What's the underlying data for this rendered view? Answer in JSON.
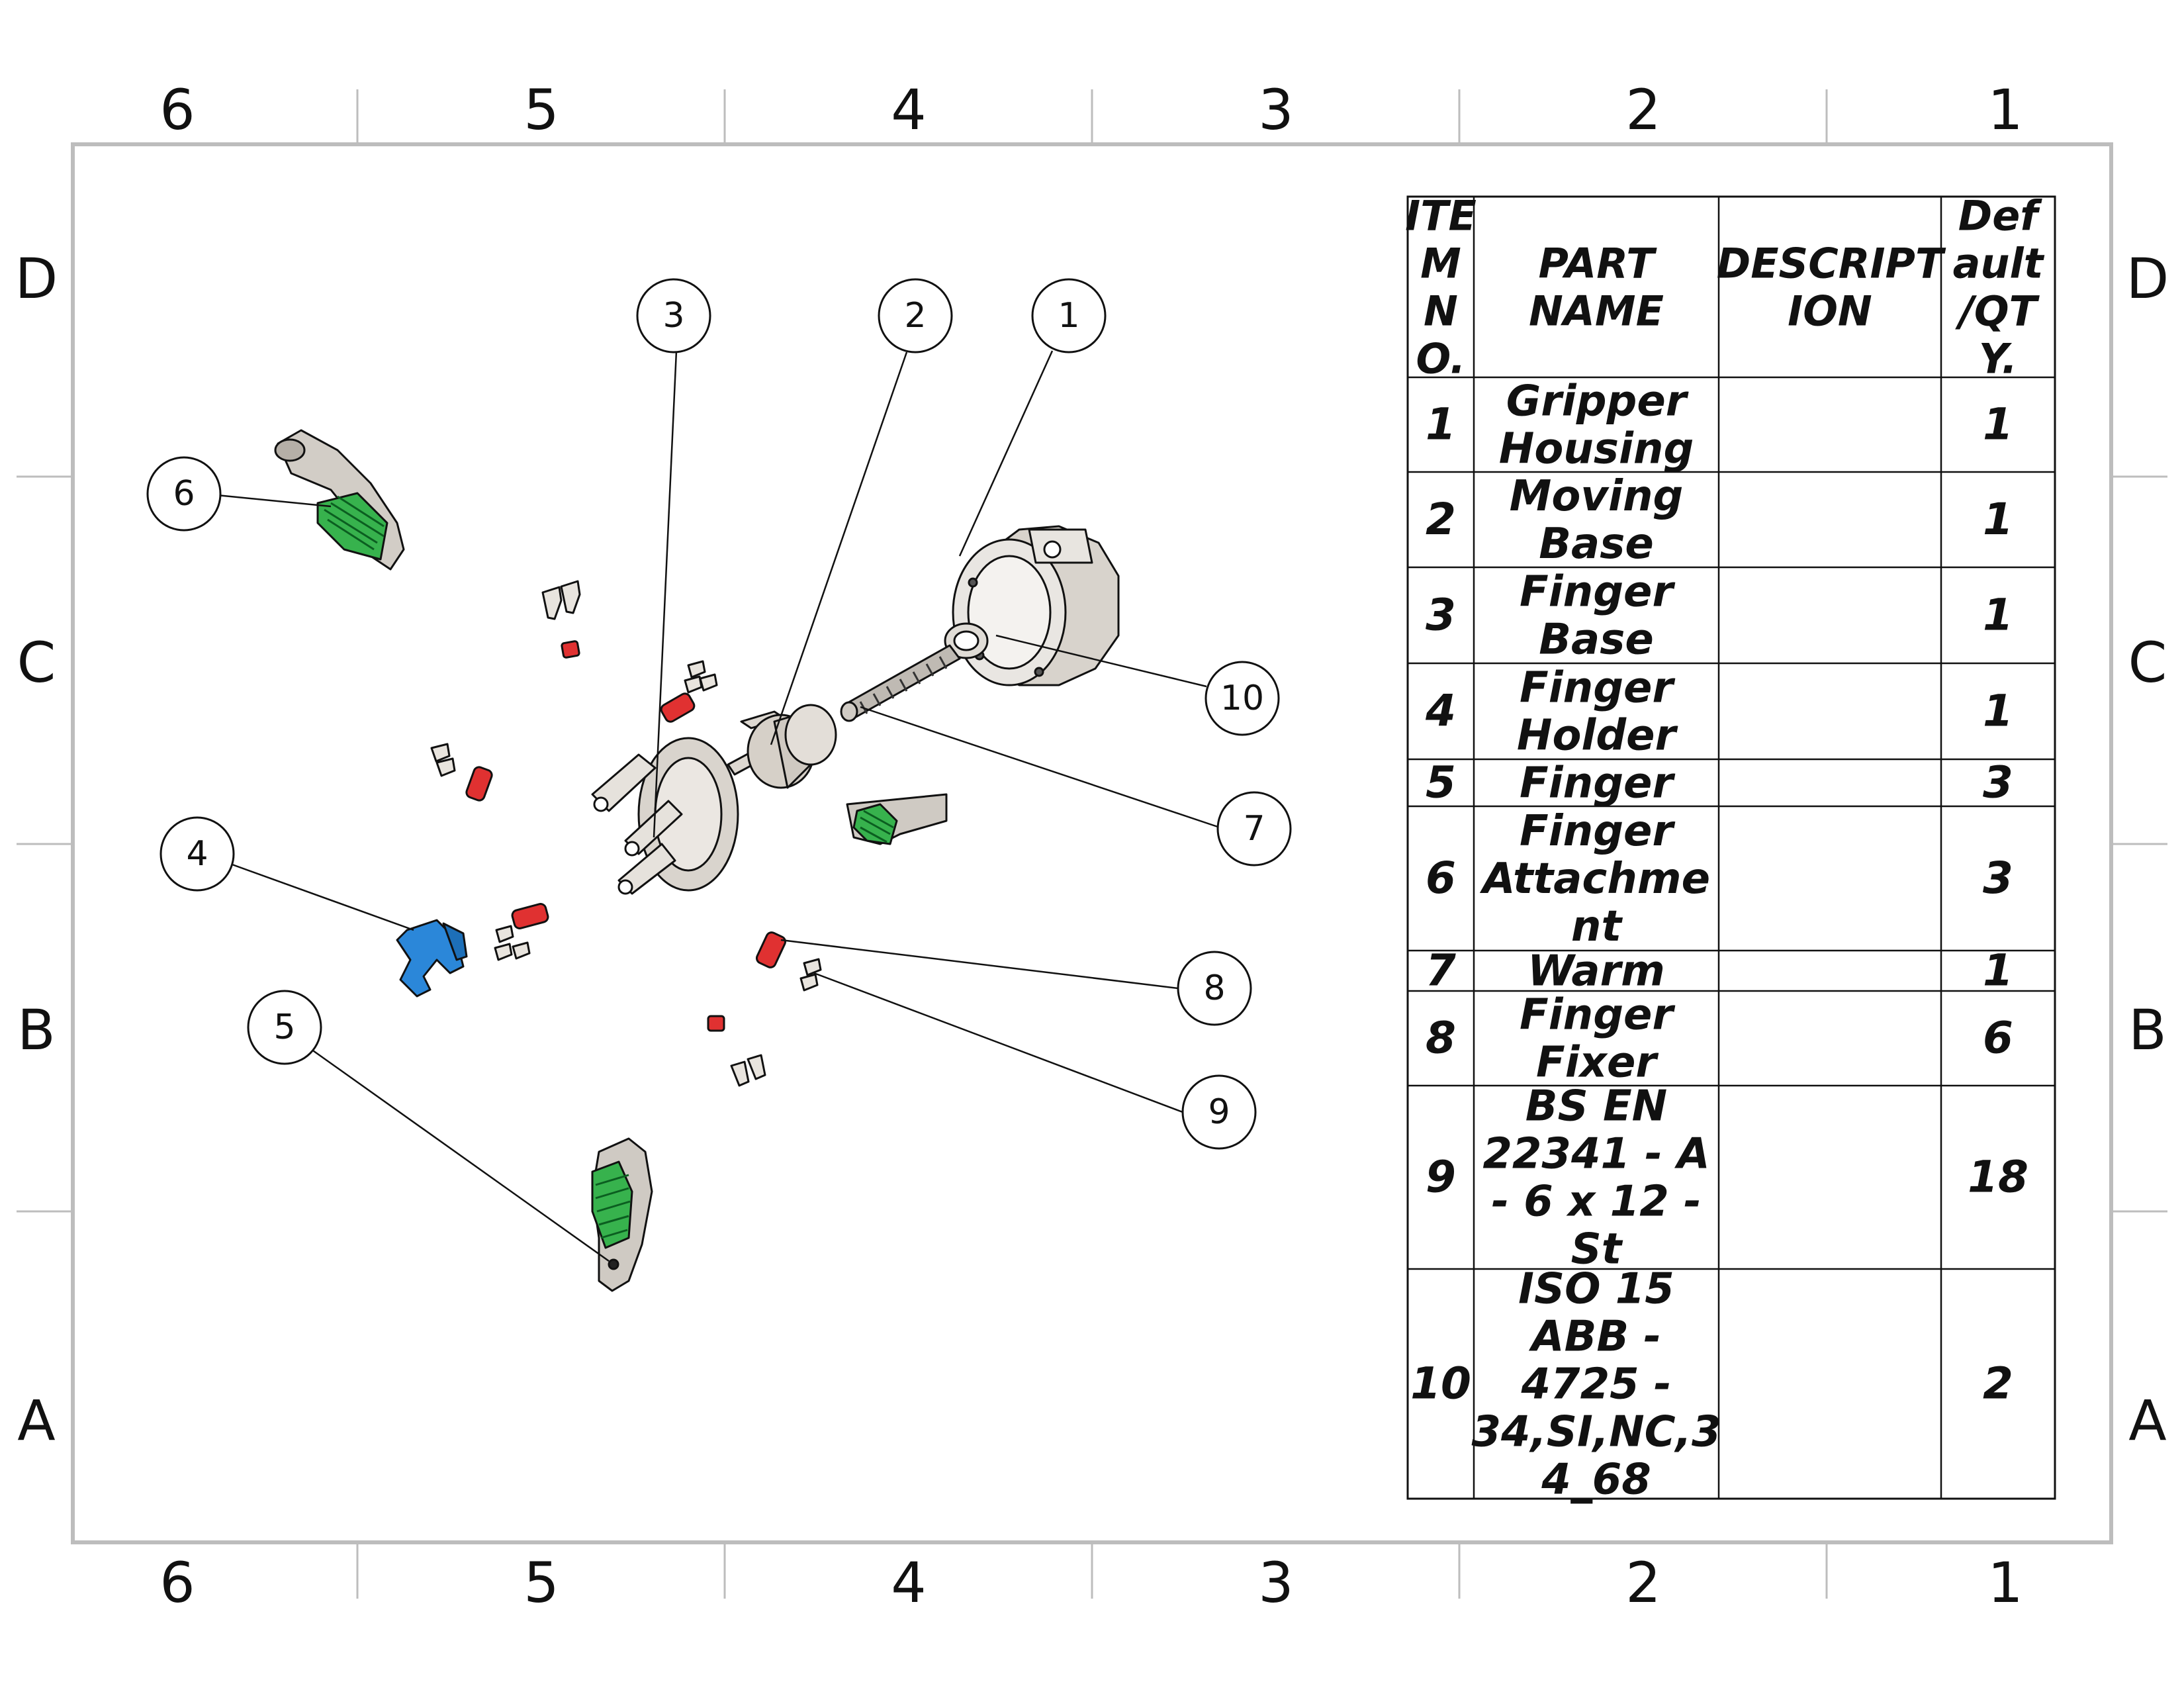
{
  "zones": {
    "columns": [
      "6",
      "5",
      "4",
      "3",
      "2",
      "1"
    ],
    "rows": [
      "D",
      "C",
      "B",
      "A"
    ]
  },
  "balloons": [
    "1",
    "2",
    "3",
    "4",
    "5",
    "6",
    "7",
    "8",
    "9",
    "10"
  ],
  "bom": {
    "headers": [
      [
        "ITE",
        "M",
        "N",
        "O."
      ],
      [
        "PART",
        "NAME"
      ],
      [
        "DESCRIPT",
        "ION"
      ],
      [
        "Def",
        "ault",
        "/QT",
        "Y."
      ]
    ],
    "rows": [
      {
        "item": "1",
        "name": [
          "Gripper",
          "Housing"
        ],
        "description": "",
        "qty": "1"
      },
      {
        "item": "2",
        "name": [
          "Moving",
          "Base"
        ],
        "description": "",
        "qty": "1"
      },
      {
        "item": "3",
        "name": [
          "Finger",
          "Base"
        ],
        "description": "",
        "qty": "1"
      },
      {
        "item": "4",
        "name": [
          "Finger",
          "Holder"
        ],
        "description": "",
        "qty": "1"
      },
      {
        "item": "5",
        "name": [
          "Finger"
        ],
        "description": "",
        "qty": "3"
      },
      {
        "item": "6",
        "name": [
          "Finger",
          "Attachme",
          "nt"
        ],
        "description": "",
        "qty": "3"
      },
      {
        "item": "7",
        "name": [
          "Warm"
        ],
        "description": "",
        "qty": "1"
      },
      {
        "item": "8",
        "name": [
          "Finger",
          "Fixer"
        ],
        "description": "",
        "qty": "6"
      },
      {
        "item": "9",
        "name": [
          "BS EN",
          "22341 - A",
          "- 6 x 12 -",
          "St"
        ],
        "description": "",
        "qty": "18"
      },
      {
        "item": "10",
        "name": [
          "ISO 15",
          "ABB -",
          "4725 -",
          "34,SI,NC,3",
          "4_68"
        ],
        "description": "",
        "qty": "2"
      }
    ]
  },
  "colors": {
    "line": "#111111",
    "frame": "#bdbdbd",
    "part_grey": "#c8c3bc",
    "finger_green": "#37b24d",
    "holder_blue": "#2b87d9",
    "fixer_red": "#e03131"
  }
}
